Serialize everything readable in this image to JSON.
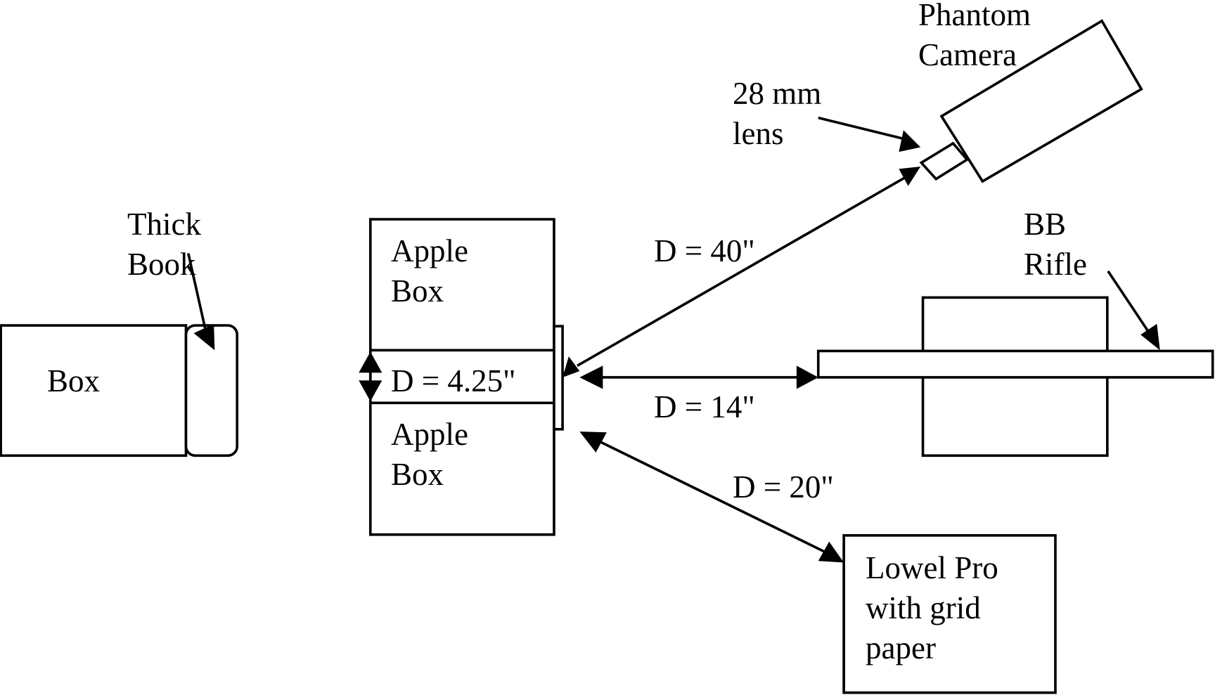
{
  "diagram": {
    "title": "High-speed BB rifle camera setup",
    "colors": {
      "ink": "#000000",
      "background": "#ffffff"
    },
    "components": {
      "box": {
        "label": "Box"
      },
      "thick_book": {
        "label_line1": "Thick",
        "label_line2": "Book"
      },
      "apple_box_top": {
        "label_line1": "Apple",
        "label_line2": "Box"
      },
      "apple_box_bottom": {
        "label_line1": "Apple",
        "label_line2": "Box"
      },
      "phantom_camera": {
        "label_line1": "Phantom",
        "label_line2": "Camera"
      },
      "lens": {
        "label_line1": "28 mm",
        "label_line2": "lens"
      },
      "bb_rifle": {
        "label_line1": "BB",
        "label_line2": "Rifle"
      },
      "lowel_pro": {
        "label_line1": "Lowel Pro",
        "label_line2": "with grid",
        "label_line3": "paper"
      }
    },
    "distances": {
      "gap_between_apple_boxes": "D = 4.25\"",
      "camera_to_target": "D = 40\"",
      "rifle_to_target": "D = 14\"",
      "light_to_target": "D = 20\""
    }
  }
}
